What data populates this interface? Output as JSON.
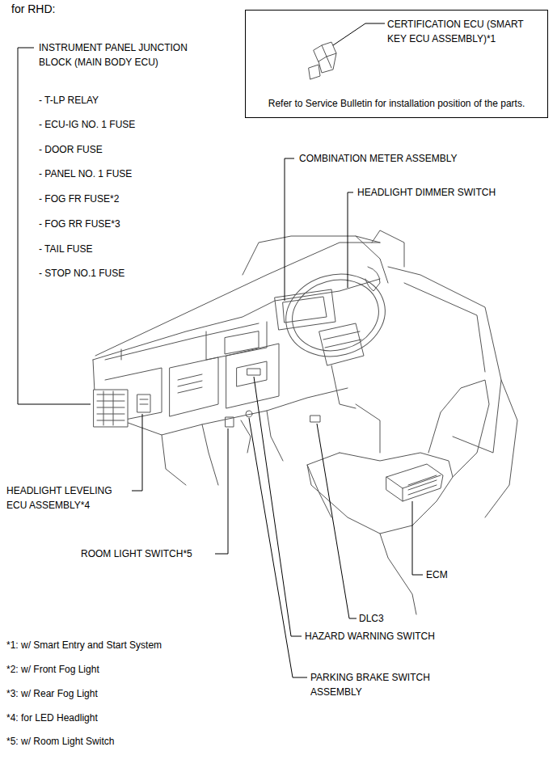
{
  "diagram": {
    "title": "for RHD:",
    "nodes": [
      {
        "text": [
          "CERTIFICATION ECU (SMART KEY ECU ASSEMBLY)*1",
          "Refer to Service Bulletin for installation position of the parts."
        ]
      }
    ],
    "labels": [
      "INSTRUMENT PANEL JUNCTION BLOCK (MAIN BODY ECU)",
      "- T-LP RELAY",
      "- ECU-IG NO. 1 FUSE",
      "- DOOR FUSE",
      "- PANEL NO. 1 FUSE",
      "- FOG FR FUSE*2",
      "- FOG RR FUSE*3",
      "- TAIL FUSE",
      "- STOP NO.1 FUSE",
      "COMBINATION METER ASSEMBLY",
      "HEADLIGHT DIMMER SWITCH",
      "HEADLIGHT LEVELING ECU ASSEMBLY*4",
      "ROOM LIGHT SWITCH*5",
      "ECM",
      "DLC3",
      "HAZARD WARNING SWITCH",
      "PARKING BRAKE SWITCH ASSEMBLY",
      "*1: w/ Smart Entry and Start System",
      "*2: w/ Front Fog Light",
      "*3: w/ Rear Fog Light",
      "*4: for LED Headlight",
      "*5: w/ Room Light Switch"
    ]
  }
}
